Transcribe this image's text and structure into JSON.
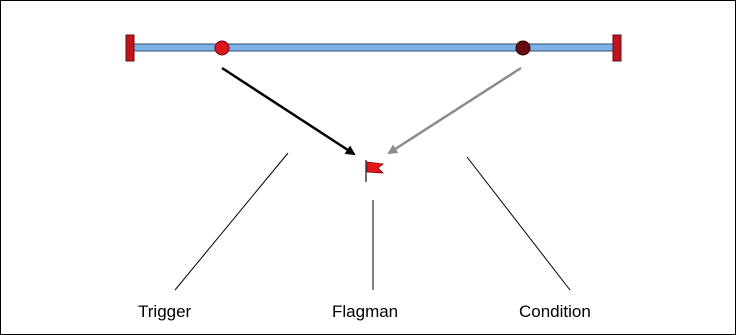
{
  "labels": {
    "trigger": "Trigger",
    "flagman": "Flagman",
    "condition": "Condition"
  },
  "icons": {
    "track_left_end": "red-bar-end-icon",
    "track_right_end": "red-bar-end-icon",
    "trigger_node": "red-circle-node-icon",
    "condition_node": "dark-red-circle-node-icon",
    "flagman": "red-flag-icon"
  },
  "colors": {
    "border": "#000000",
    "track": "#7fb2e6",
    "track_outline": "#2b4f7a",
    "end_marker": "#c0141c",
    "trigger_node": "#e0141c",
    "condition_node": "#6a0a10",
    "trigger_arrow": "#000000",
    "condition_arrow": "#8c8c8c",
    "flag": "#e8141c"
  }
}
